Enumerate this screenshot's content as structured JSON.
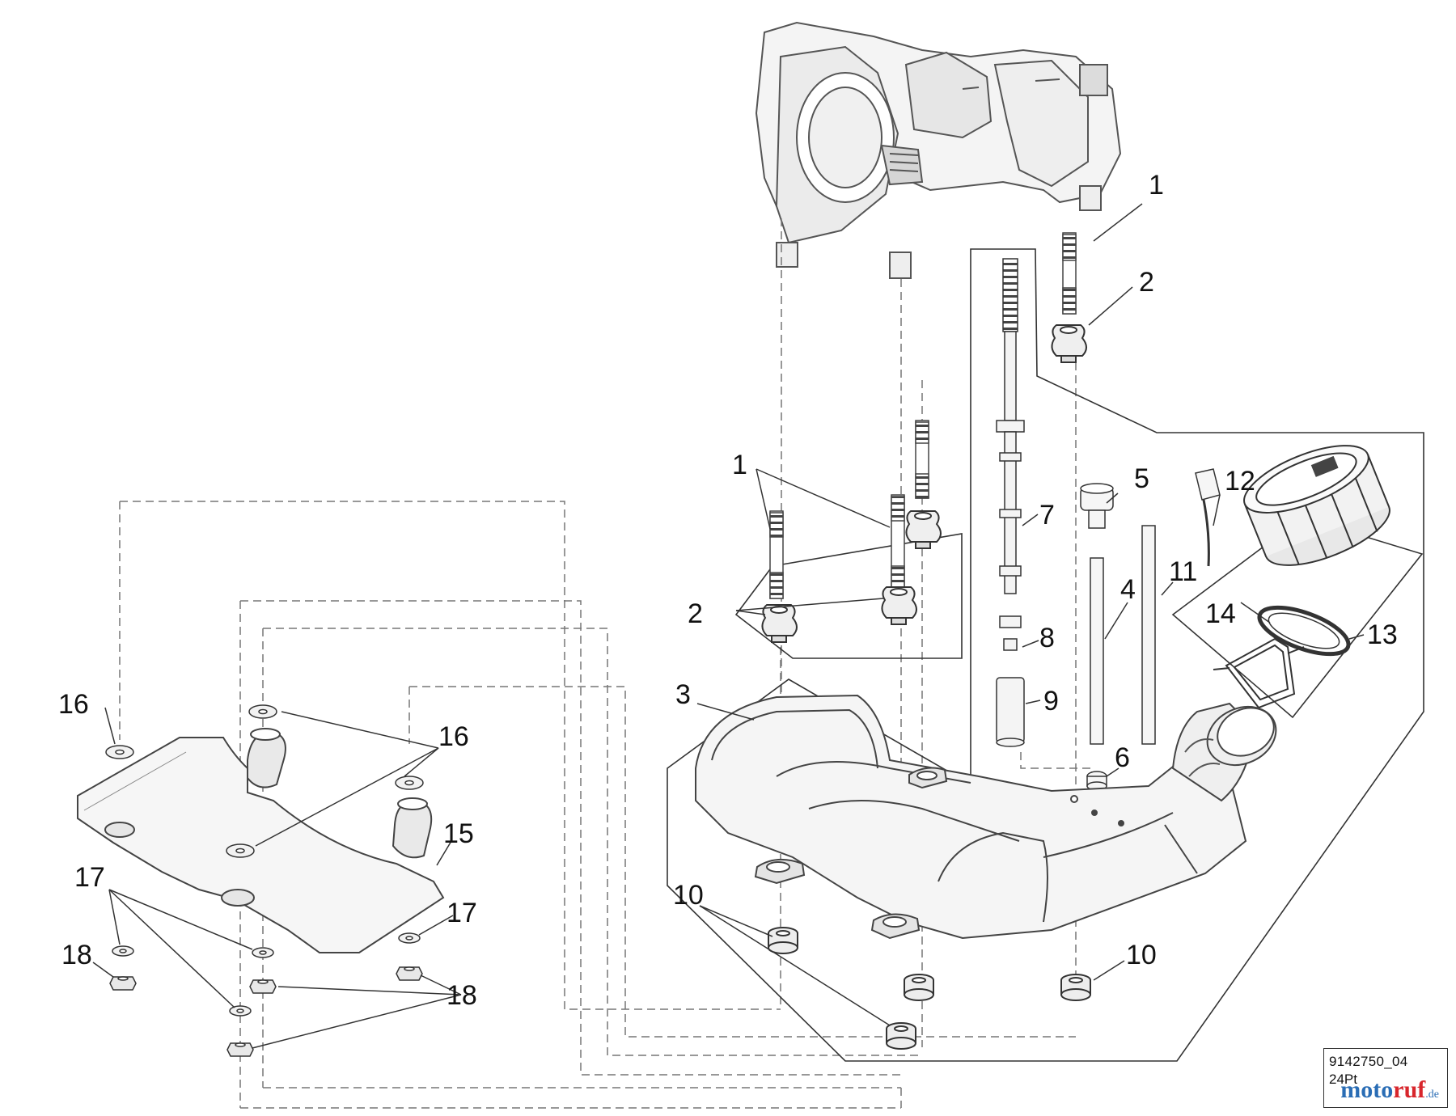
{
  "diagram": {
    "callouts": [
      "1",
      "2",
      "1",
      "2",
      "3",
      "4",
      "5",
      "6",
      "7",
      "8",
      "9",
      "10",
      "10",
      "11",
      "12",
      "13",
      "14",
      "15",
      "16",
      "16",
      "17",
      "17",
      "18",
      "18"
    ]
  },
  "reference": {
    "code": "9142750_04",
    "font": "24Pt"
  },
  "watermark": {
    "part1": "moto",
    "part2": "ruf",
    "part3": ".de"
  }
}
